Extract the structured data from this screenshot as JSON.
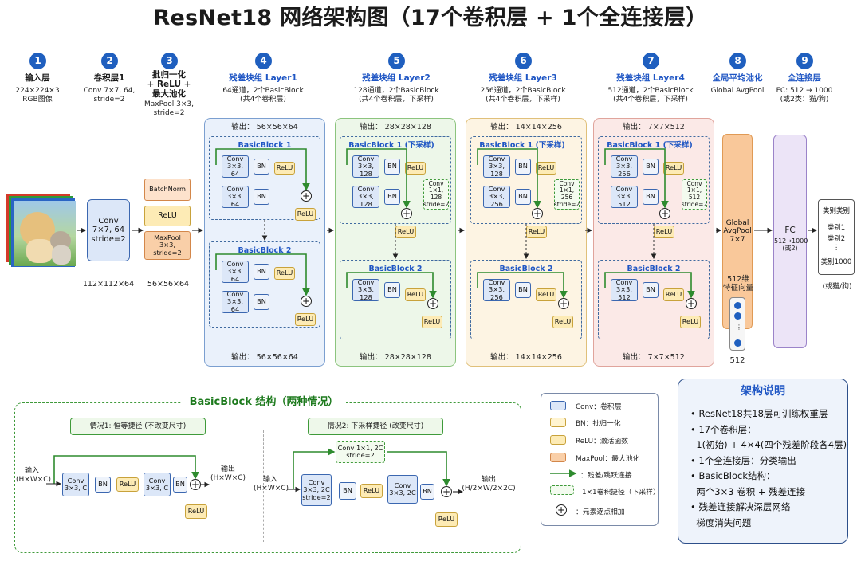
{
  "title": "ResNet18 网络架构图（17个卷积层 + 1个全连接层）",
  "colors": {
    "conv": "#dce7f8",
    "relu": "#fdebb5",
    "maxpool": "#f9cfa8",
    "skip": "#2e8b2e",
    "accent": "#1f56c4"
  },
  "stages": [
    {
      "num": "1",
      "title": "输入层",
      "desc": [
        "224×224×3",
        "RGB图像"
      ]
    },
    {
      "num": "2",
      "title": "卷积层1",
      "desc": [
        "Conv 7×7, 64,",
        "stride=2"
      ]
    },
    {
      "num": "3",
      "title": [
        "批归一化",
        "+ ReLU +",
        "最大池化"
      ],
      "desc": [
        "MaxPool 3×3,",
        "stride=2"
      ]
    },
    {
      "num": "4",
      "title": "残差块组 Layer1",
      "desc": [
        "64通道，2个BasicBlock",
        "(共4个卷积层)"
      ]
    },
    {
      "num": "5",
      "title": "残差块组 Layer2",
      "desc": [
        "128通道，2个BasicBlock",
        "(共4个卷积层，下采样)"
      ]
    },
    {
      "num": "6",
      "title": "残差块组 Layer3",
      "desc": [
        "256通道，2个BasicBlock",
        "(共4个卷积层，下采样)"
      ]
    },
    {
      "num": "7",
      "title": "残差块组 Layer4",
      "desc": [
        "512通道，2个BasicBlock",
        "(共4个卷积层，下采样)"
      ]
    },
    {
      "num": "8",
      "title": "全局平均池化",
      "desc": [
        "Global AvgPool"
      ]
    },
    {
      "num": "9",
      "title": "全连接层",
      "desc": [
        "FC: 512 → 1000",
        "(或2类：猫/狗)"
      ]
    }
  ],
  "conv1": {
    "label": "Conv\n7×7, 64\nstride=2",
    "out": "112×112×64"
  },
  "stem": {
    "bn": "BatchNorm",
    "relu": "ReLU",
    "maxpool": "MaxPool\n3×3, stride=2",
    "out": "56×56×64"
  },
  "layers": [
    {
      "in": "输出： 56×56×64",
      "out": "输出： 56×56×64",
      "b1": "BasicBlock 1",
      "b2": "BasicBlock 2",
      "conv": "Conv\n3×3, 64",
      "ds": ""
    },
    {
      "in": "输出： 28×28×128",
      "out": "输出： 28×28×128",
      "b1": "BasicBlock 1 (下采样)",
      "b2": "BasicBlock 2",
      "conv": "Conv\n3×3, 128",
      "ds": "Conv\n1×1, 128\nstride=2"
    },
    {
      "in": "输出： 14×14×256",
      "out": "输出： 14×14×256",
      "b1": "BasicBlock 1 (下采样)",
      "b2": "BasicBlock 2",
      "conv": "Conv\n3×3, 128",
      "conv_b": "Conv\n3×3, 256",
      "ds": "Conv\n1×1, 256\nstride=2"
    },
    {
      "in": "输出： 7×7×512",
      "out": "输出： 7×7×512",
      "b1": "BasicBlock 1 (下采样)",
      "b2": "BasicBlock 2",
      "conv": "Conv\n3×3, 256",
      "conv_b": "Conv\n3×3, 512",
      "ds": "Conv\n1×1, 512\nstride=2"
    }
  ],
  "bn": "BN",
  "relu": "ReLU",
  "gap": {
    "label": "Global\nAvgPool\n7×7",
    "vec1": "512维",
    "vec2": "特征向量",
    "vecdim": "512"
  },
  "fc": {
    "label": "FC",
    "sub": "512→1000\n(或2)"
  },
  "classes": {
    "head": "类别类别",
    "items": [
      "类别1",
      "类别2",
      "⋮",
      "类别1000"
    ],
    "note": "(或猫/狗)"
  },
  "bb": {
    "title": "BasicBlock 结构（两种情况）",
    "case1": "情况1: 恒等捷径 (不改变尺寸)",
    "case2": "情况2: 下采样捷径 (改变尺寸)",
    "in1": "输入\n(H×W×C)",
    "out1": "输出\n(H×W×C)",
    "conv1": "Conv\n3×3, C",
    "in2": "输入\n(H×W×C)",
    "out2": "输出\n(H/2×W/2×2C)",
    "conv2a": "Conv\n3×3, 2C\nstride=2",
    "conv2b": "Conv\n3×3, 2C",
    "ds2": "Conv 1×1, 2C\nstride=2"
  },
  "legend": [
    "Conv：卷积层",
    "BN：批归一化",
    "ReLU：激活函数",
    "MaxPool：最大池化",
    "：残差/跳跃连接",
    "1×1卷积捷径（下采样）",
    "：元素逐点相加"
  ],
  "notes": {
    "title": "架构说明",
    "items": [
      "• ResNet18共18层可训练权重层",
      "• 17个卷积层：",
      "  1(初始) + 4×4(四个残差阶段各4层)",
      "• 1个全连接层：分类输出",
      "• BasicBlock结构：",
      "  两个3×3 卷积 + 残差连接",
      "• 残差连接解决深层网络",
      "  梯度消失问题"
    ]
  }
}
